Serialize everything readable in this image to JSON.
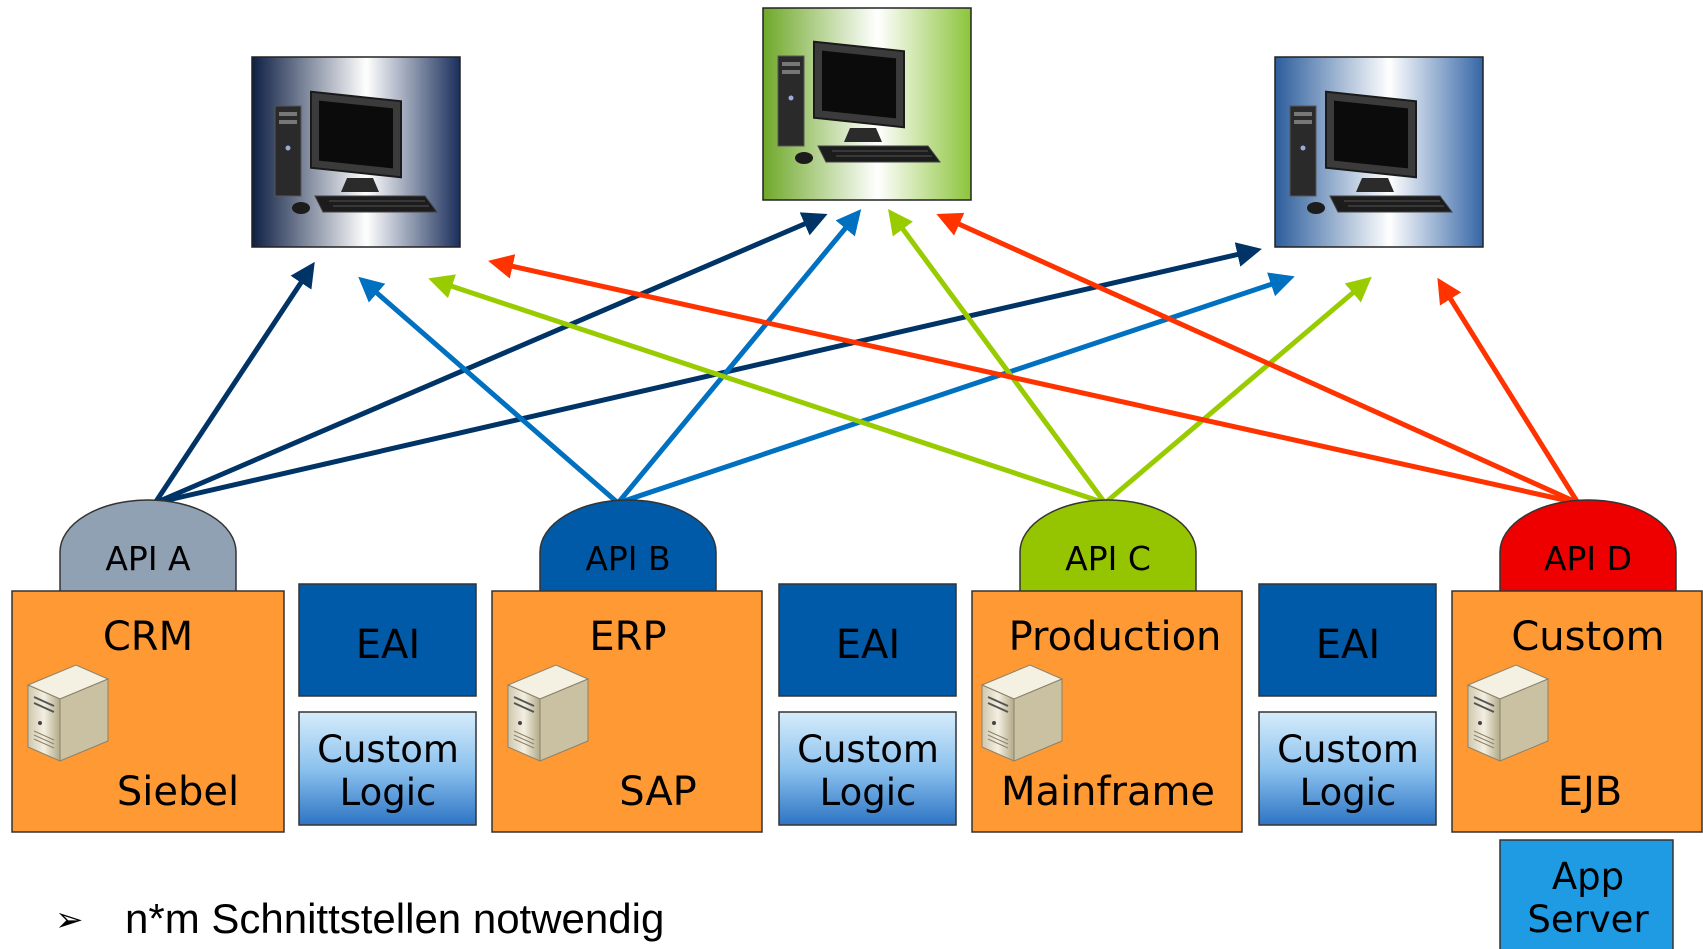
{
  "clients": [
    {
      "id": "client-left",
      "style": "navy"
    },
    {
      "id": "client-center",
      "style": "green"
    },
    {
      "id": "client-right",
      "style": "blue"
    }
  ],
  "apis": [
    {
      "label": "API A",
      "color": "#8fa1b3"
    },
    {
      "label": "API B",
      "color": "#005aa8"
    },
    {
      "label": "API C",
      "color": "#95c500"
    },
    {
      "label": "API D",
      "color": "#ee0000"
    }
  ],
  "systems": [
    {
      "name": "CRM",
      "product": "Siebel"
    },
    {
      "name": "ERP",
      "product": "SAP"
    },
    {
      "name": "Production",
      "product": "Mainframe"
    },
    {
      "name": "Custom",
      "product": "EJB"
    }
  ],
  "eai": {
    "label": "EAI",
    "custom_logic_line1": "Custom",
    "custom_logic_line2": "Logic"
  },
  "app_server": {
    "line1": "App",
    "line2": "Server"
  },
  "bullet": {
    "symbol": "➢",
    "text": "n*m Schnittstellen notwendig"
  },
  "colors": {
    "system_orange": "#ff9933",
    "eai_blue": "#005aa8",
    "app_server_blue": "#1e9be3",
    "arrow_navy": "#003366",
    "arrow_blue": "#0070c0",
    "arrow_green": "#99cc00",
    "arrow_red": "#ff3300"
  }
}
